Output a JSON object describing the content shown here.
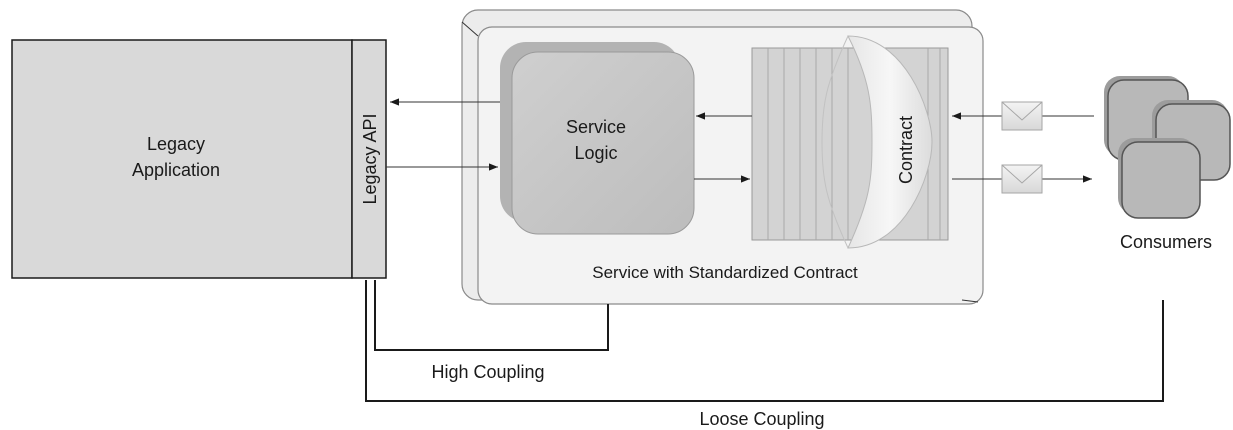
{
  "legacy_app": {
    "line1": "Legacy",
    "line2": "Application"
  },
  "legacy_api": {
    "label": "Legacy API"
  },
  "service": {
    "logic_line1": "Service",
    "logic_line2": "Logic",
    "contract_label": "Contract",
    "container_label": "Service with Standardized Contract"
  },
  "consumers": {
    "label": "Consumers"
  },
  "coupling": {
    "high": "High Coupling",
    "loose": "Loose Coupling"
  },
  "colors": {
    "panel": "#d9d9d9",
    "service_outer": "#f2f2f2",
    "logic": "#c8c8c8",
    "contract": "#d6d6d6",
    "consumer": "#b5b5b5"
  }
}
